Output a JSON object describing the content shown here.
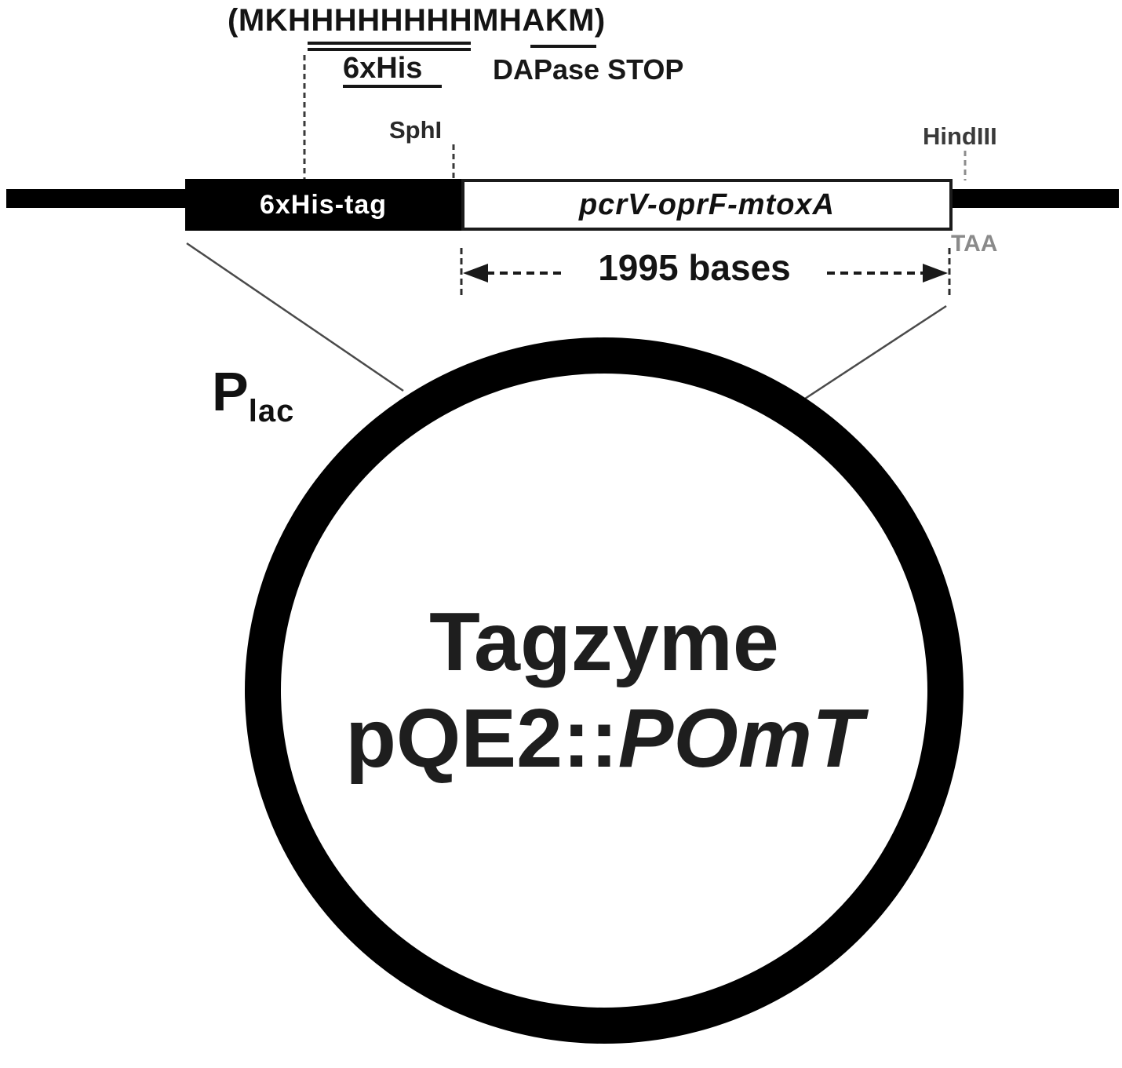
{
  "sequence": {
    "peptide": "(MKHHHHHHHHMHAKM)",
    "his_label": "6xHis",
    "dapase_label": "DAPase STOP"
  },
  "sites": {
    "sphi": "SphI",
    "hindiii": "HindIII"
  },
  "map": {
    "his_tag": "6xHis-tag",
    "insert": "pcrV-oprF-mtoxA",
    "stop": "TAA",
    "length": "1995 bases"
  },
  "plasmid": {
    "promoter_main": "P",
    "promoter_sub": "lac",
    "line1": "Tagzyme",
    "line2_plain": "pQE2::",
    "line2_italic": "POmT"
  },
  "colors": {
    "ink": "#000000",
    "stop_gray": "#8a8a8a"
  }
}
